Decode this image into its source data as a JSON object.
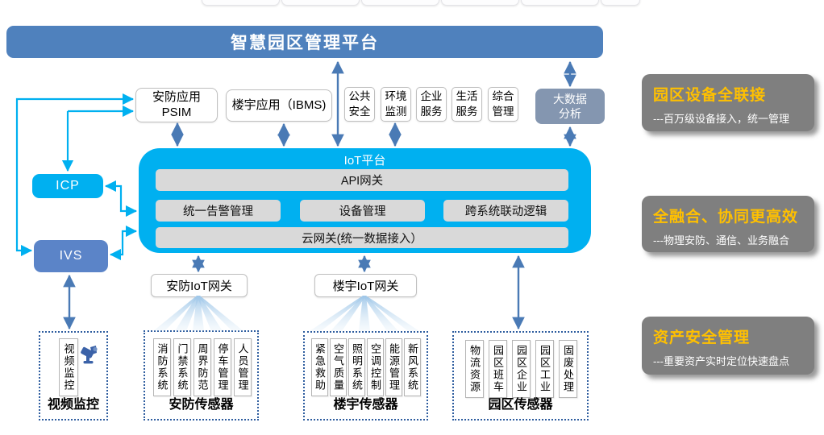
{
  "banner": {
    "title": "智慧园区管理平台"
  },
  "apps": {
    "psim": {
      "line1": "安防应用",
      "line2": "PSIM"
    },
    "ibms": {
      "label": "楼宇应用（IBMS)"
    },
    "vertical": [
      {
        "line1": "公共",
        "line2": "安全"
      },
      {
        "line1": "环境",
        "line2": "监测"
      },
      {
        "line1": "企业",
        "line2": "服务"
      },
      {
        "line1": "生活",
        "line2": "服务"
      },
      {
        "line1": "综合",
        "line2": "管理"
      }
    ],
    "bigdata": {
      "line1": "大数据",
      "line2": "分析"
    }
  },
  "left": {
    "icp": "ICP",
    "ivs": "IVS"
  },
  "iot": {
    "title": "IoT平台",
    "api": "API网关",
    "modules": [
      "统一告警管理",
      "设备管理",
      "跨系统联动逻辑"
    ],
    "cloud": "云网关(统一数据接入）"
  },
  "gateways": {
    "security": "安防IoT网关",
    "building": "楼宇IoT网关"
  },
  "sensors": {
    "video": {
      "column": "视频监控",
      "label": "视频监控"
    },
    "security": {
      "columns": [
        "消防系统",
        "门禁系统",
        "周界防范",
        "停车管理",
        "人员管理"
      ],
      "label": "安防传感器"
    },
    "building": {
      "columns": [
        "紧急救助",
        "空气质量",
        "照明系统",
        "空调控制",
        "能源管理",
        "新风系统"
      ],
      "label": "楼宇传感器"
    },
    "park": {
      "columns": [
        "物流资源",
        "园区班车",
        "园区企业",
        "园区工业",
        "固废处理"
      ],
      "label": "园区传感器"
    }
  },
  "panels": [
    {
      "title": "园区设备全联接",
      "subtitle": "---百万级设备接入，统一管理"
    },
    {
      "title": "全融合、协同更高效",
      "subtitle": "---物理安防、通信、业务融合"
    },
    {
      "title": "资产安全管理",
      "subtitle": "---重要资产实时定位快速盘点"
    }
  ],
  "colors": {
    "banner_blue": "#4f81bd",
    "iot_cyan": "#00b0f0",
    "ivs_blue": "#5b84c8",
    "bigdata_blue": "#8496b0",
    "bar_gray": "#d9d9d9",
    "panel_gray": "#7f7f7f",
    "accent_orange": "#ffc000",
    "arrow_steel": "#4a7ab5",
    "arrow_cyan": "#00b0f0",
    "dotted_border": "#2e5d9f"
  }
}
